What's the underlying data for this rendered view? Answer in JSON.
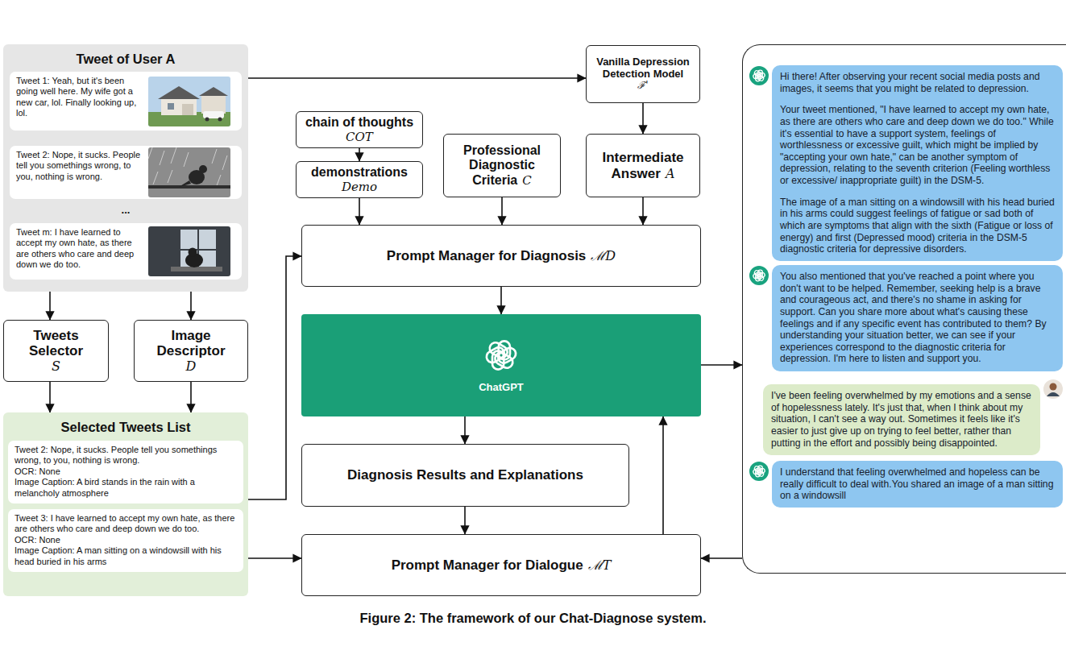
{
  "diagram": {
    "caption": "Figure 2: The framework of our Chat-Diagnose system.",
    "nodes": [
      {
        "text": [
          "Tweet of User A"
        ]
      },
      {
        "text": [
          "Tweet 1: Yeah, but it's been going well here. My wife got a new car, lol. Finally looking up, lol."
        ],
        "in": 0
      },
      {
        "text": [
          "Tweet 2: Nope, it sucks. People tell you somethings wrong, to you, nothing is wrong."
        ],
        "in": 0
      },
      {
        "text": [
          "Tweet m: I have learned to accept my own hate, as there are others who care and deep down we do too."
        ],
        "in": 0
      },
      {
        "text": [
          "Tweets Selector",
          "S"
        ]
      },
      {
        "text": [
          "Image Descriptor",
          "D"
        ]
      },
      {
        "text": [
          "Selected Tweets List"
        ]
      },
      {
        "text": [
          "Tweet 2: Nope, it sucks. People tell you somethings wrong, to you, nothing is wrong.",
          "OCR: None",
          "Image Caption: A bird stands in the rain with a melancholy atmosphere"
        ],
        "in": 6
      },
      {
        "text": [
          "Tweet 3: I have learned to accept my own hate, as there are others who care and deep down we do too.",
          "OCR: None",
          "Image Caption: A man sitting on a windowsill with his head buried in his arms"
        ],
        "in": 6
      },
      {
        "text": [
          "Vanilla Depression Detection Model",
          "ℱ'"
        ]
      },
      {
        "text": [
          "chain of thoughts",
          "COT"
        ]
      },
      {
        "text": [
          "demonstrations",
          "Demo"
        ]
      },
      {
        "text": [
          "Professional Diagnostic Criteria",
          "C"
        ]
      },
      {
        "text": [
          "Intermediate Answer",
          "A"
        ]
      },
      {
        "text": [
          "Prompt Manager for Diagnosis",
          "ℳD"
        ]
      },
      {
        "text": [
          "ChatGPT"
        ]
      },
      {
        "text": [
          "Diagnosis Results and Explanations"
        ]
      },
      {
        "text": [
          "Prompt Manager for Dialogue",
          "ℳT"
        ]
      },
      {
        "text": []
      },
      {
        "text": [
          "Hi there! After observing your recent social media posts and images, it seems that you might be related to depression.",
          "Your tweet mentioned, \"I have learned to accept my own hate, as there are others who care and deep down we do too.\" While it's essential to have a support system, feelings of worthlessness or excessive guilt, which might be implied by \"accepting your own hate,\" can be another symptom of depression, relating to the seventh criterion (Feeling worthless or excessive/ inappropriate guilt) in the DSM-5.",
          "The image of a man sitting on a windowsill with his head buried in his arms could suggest feelings of fatigue or sad both of which are symptoms that align with the sixth (Fatigue or loss of energy) and first (Depressed mood) criteria in the DSM-5 diagnostic criteria for depressive disorders."
        ],
        "in": 18
      },
      {
        "text": [
          "You also mentioned that you've reached a point where you don't want to be helped. Remember, seeking help is a brave and courageous act, and there's no shame in asking for support. Can you share more about what's causing these feelings and if any specific event has contributed to them? By understanding your situation better, we can see if your experiences correspond to the diagnostic criteria for depression. I'm here to listen and support you."
        ],
        "in": 18
      },
      {
        "text": [
          "I've been feeling overwhelmed by my emotions and a sense of hopelessness lately. It's just that, when I think about my situation, I can't see a way out. Sometimes it feels like it's easier to just give up on trying to feel better, rather than putting in the effort and possibly being disappointed."
        ],
        "in": 18
      },
      {
        "text": [
          "I understand that feeling overwhelmed and hopeless can be really difficult to deal with.You shared an image of a man sitting on a windowsill"
        ],
        "in": 18
      }
    ],
    "edges": [
      {
        "from": 0,
        "to": 9,
        "arrow": "to"
      },
      {
        "from": 9,
        "to": 13,
        "arrow": "to"
      },
      {
        "from": 10,
        "to": 11,
        "arrow": "to"
      },
      {
        "from": 11,
        "to": 14,
        "arrow": "to"
      },
      {
        "from": 12,
        "to": 14,
        "arrow": "to"
      },
      {
        "from": 13,
        "to": 14,
        "arrow": "to"
      },
      {
        "from": 0,
        "to": 4,
        "arrow": "to"
      },
      {
        "from": 0,
        "to": 5,
        "arrow": "to"
      },
      {
        "from": 4,
        "to": 6,
        "arrow": "to"
      },
      {
        "from": 5,
        "to": 6,
        "arrow": "to"
      },
      {
        "from": 6,
        "to": 14,
        "arrow": "to"
      },
      {
        "from": 6,
        "to": 17,
        "arrow": "to"
      },
      {
        "from": 14,
        "to": 15,
        "arrow": "to"
      },
      {
        "from": 15,
        "to": 16,
        "arrow": "to"
      },
      {
        "from": 16,
        "to": 17,
        "arrow": "to"
      },
      {
        "from": 15,
        "to": 18,
        "arrow": "to"
      },
      {
        "from": 18,
        "to": 17,
        "arrow": "to"
      },
      {
        "from": 17,
        "to": 15,
        "arrow": "to"
      }
    ],
    "labels": [
      "..."
    ]
  }
}
